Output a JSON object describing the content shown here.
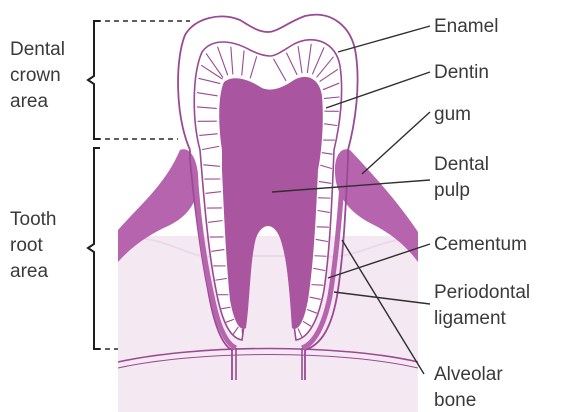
{
  "colors": {
    "tissue_purple": "#b764ae",
    "pulp_purple": "#a9559f",
    "outline_purple": "#9a4a92",
    "bone_tint": "#f4e8f2",
    "ligament_tint": "#e9cfe5",
    "enamel_fill": "#ffffff"
  },
  "regions": {
    "crown": [
      "Dental",
      "crown",
      "area"
    ],
    "root": [
      "Tooth",
      "root",
      "area"
    ]
  },
  "labels": {
    "enamel": [
      "Enamel"
    ],
    "dentin": [
      "Dentin"
    ],
    "gum": [
      "gum"
    ],
    "pulp": [
      "Dental",
      "pulp"
    ],
    "cementum": [
      "Cementum"
    ],
    "ligament": [
      "Periodontal",
      "ligament"
    ],
    "bone": [
      "Alveolar",
      "bone"
    ]
  }
}
